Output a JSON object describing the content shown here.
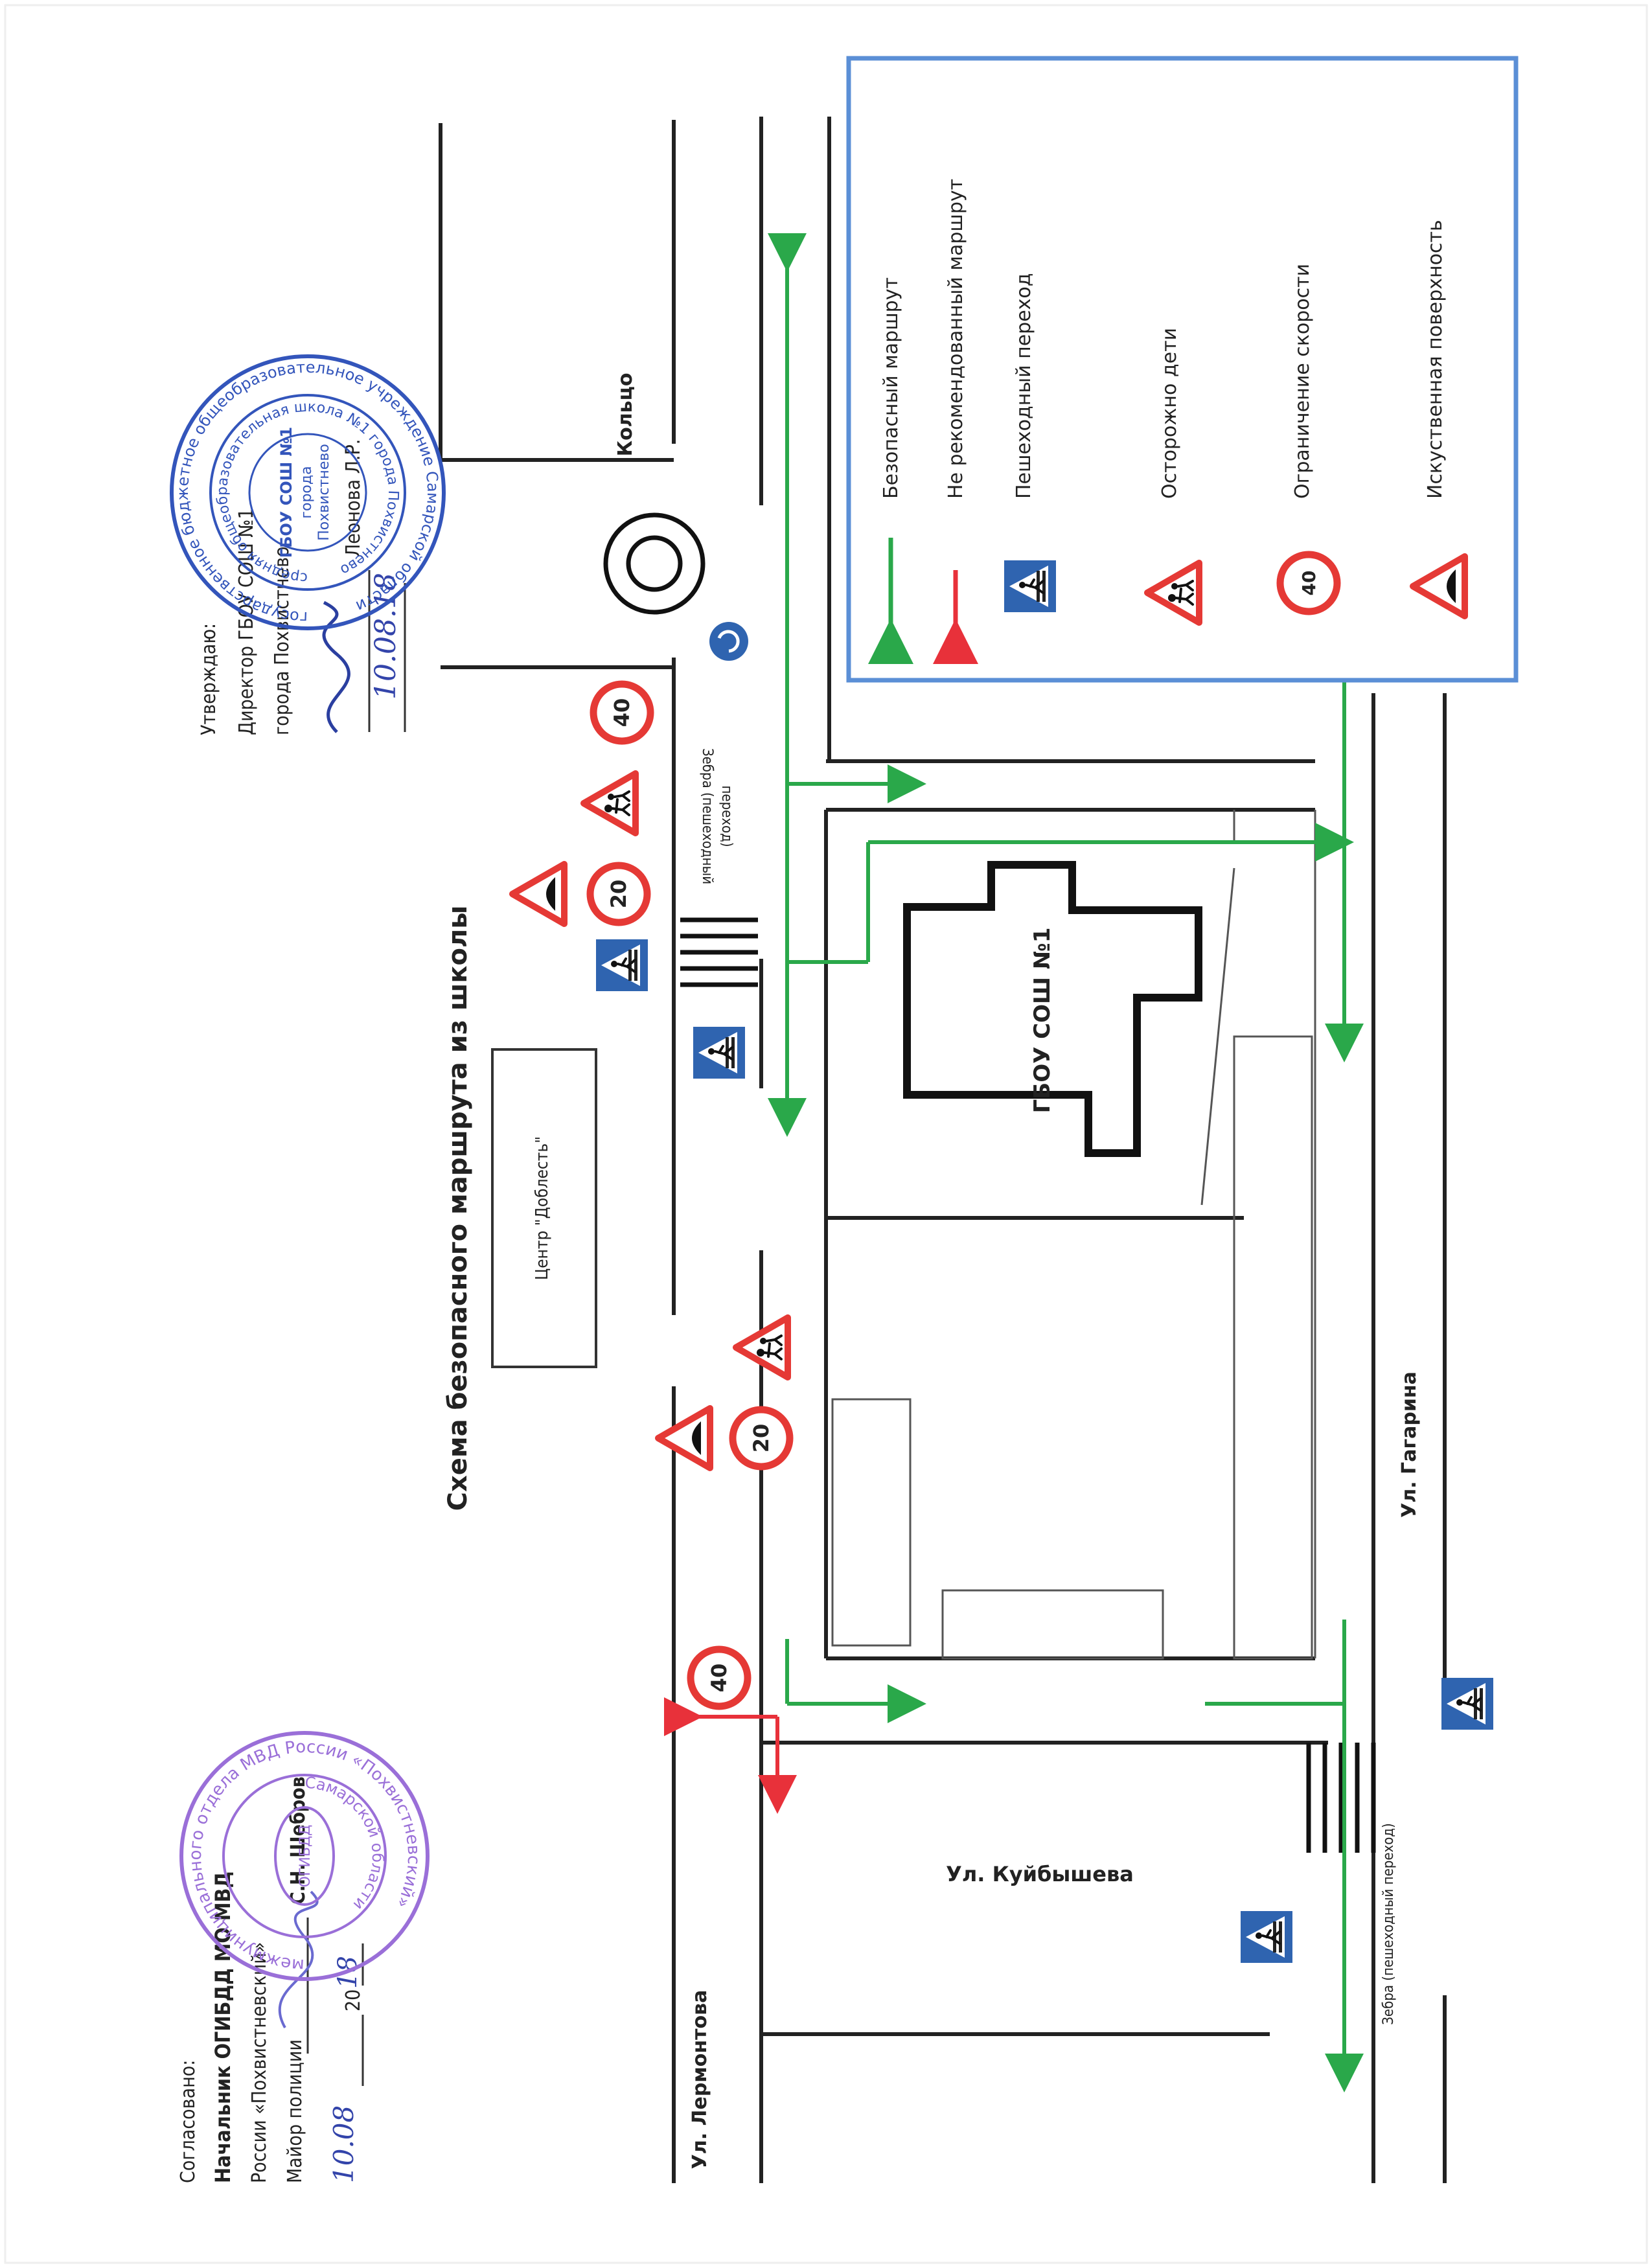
{
  "title": "Схема безопасного маршрута из школы",
  "streets": {
    "lermontova": "Ул. Лермонтова",
    "kuybysheva": "Ул. Куйбышева",
    "gagarina": "Ул. Гагарина",
    "ring": "Кольцо"
  },
  "buildings": {
    "school": "ГБОУ СОШ №1",
    "center": "Центр \"Доблесть\""
  },
  "crossing_labels": {
    "top_line1": "Зебра (пешеходный",
    "top_line2": "переход)",
    "bottom": "Зебра (пешеходный переход)"
  },
  "speed_limits": {
    "forty": "40",
    "twenty": "20"
  },
  "legend": {
    "items": [
      {
        "label": "Безопасный маршрут",
        "icon": "green-arrow-icon"
      },
      {
        "label": "Не рекомендованный маршрут",
        "icon": "red-arrow-icon"
      },
      {
        "label": "Пешеходный переход",
        "icon": "pedestrian-crossing-icon"
      },
      {
        "label": "Осторожно дети",
        "icon": "children-warning-icon"
      },
      {
        "label": "Ограничение скорости",
        "icon": "speed-limit-icon"
      },
      {
        "label": "Искуственная поверхность",
        "icon": "speed-bump-icon"
      }
    ]
  },
  "approval_left": {
    "heading": "Согласовано:",
    "line1": "Начальник ОГИБДД МО МВД",
    "line2": "России «Похвистневский»",
    "line3": "Майор полиции",
    "signer": "С.Н. Шебров",
    "date": "20",
    "date_hw": "10.08",
    "date_hw2": "18"
  },
  "approval_right": {
    "heading": "Утверждаю:",
    "line1": "Директор ГБОУ СОШ №1",
    "line2": "города Похвистнево",
    "signer": "Леонова Л.Р.",
    "date_hw": "10.08.18"
  },
  "stamp_school": {
    "ring_outer": "государственное бюджетное общеобразовательное учреждение Самарской области",
    "ring_mid": "средняя общеобразовательная школа №1 города Похвистнево",
    "ring_inner": "городского округа Похвистнево Самарской области",
    "center1": "ГБОУ СОШ №1",
    "center2": "города",
    "center3": "Похвистнево"
  },
  "stamp_police": {
    "ring_outer": "межмуниципального отдела МВД России «Похвистневский»",
    "ring_inner": "Самарской области",
    "center": "ОГИБДД"
  },
  "colors": {
    "safe_route": "#2aa84a",
    "unsafe_route": "#e8313a",
    "legend_border": "#5b8fd6",
    "sign_blue": "#2f64b0",
    "sign_red": "#e53935",
    "stamp_blue": "#3355bb",
    "stamp_violet": "#9a6fd8"
  }
}
